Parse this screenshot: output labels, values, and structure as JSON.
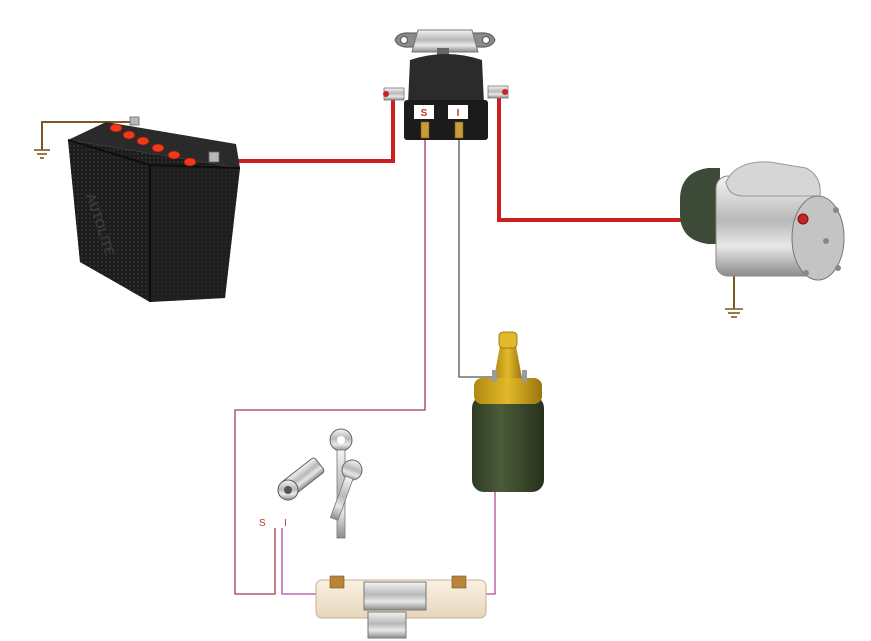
{
  "labels": {
    "solenoid_s": "S",
    "solenoid_i": "I",
    "switch_s": "S",
    "switch_i": "I"
  },
  "battery_brand": "AUTOLITE",
  "colors": {
    "heavy_cable": "#cc1f1f",
    "ground_wire": "#7a5a1e",
    "start_wire": "#a23c52",
    "ignition_wire": "#555555",
    "coil_wire": "#b04aa0"
  },
  "components": [
    "battery",
    "starter-solenoid",
    "starter-motor",
    "ignition-coil",
    "ignition-switch",
    "ballast-resistor"
  ]
}
